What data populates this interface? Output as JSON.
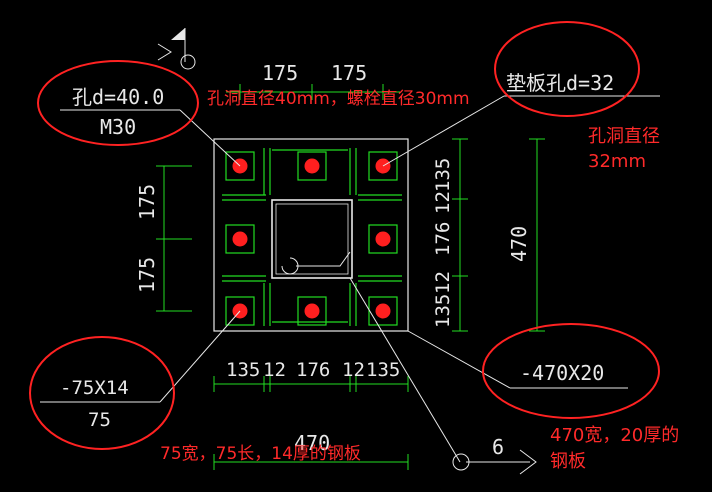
{
  "drawing": {
    "dimensions": {
      "top_left": "175",
      "top_right": "175",
      "left_upper": "175",
      "left_lower": "175",
      "right_top": "135",
      "right_gap_top": "12",
      "right_mid": "176",
      "right_gap_bottom": "12",
      "right_bottom": "135",
      "right_total": "470",
      "bottom_left": "135",
      "bottom_gap_left": "12",
      "bottom_mid": "176",
      "bottom_gap_right": "12",
      "bottom_right": "135",
      "bottom_total": "470"
    },
    "labels": {
      "hole_top": "孔d=40.0",
      "hole_bottom": "M30",
      "pad_hole": "垫板孔d=32",
      "pad_plate_top": "-75X14",
      "pad_plate_bottom": "75",
      "base_plate": "-470X20",
      "section_mark": "6"
    }
  },
  "annotations": {
    "hole_note": "孔洞直径40mm，螺栓直径30mm",
    "pad_hole_note_line1": "孔洞直径",
    "pad_hole_note_line2": "32mm",
    "pad_plate_note": "75宽，75长，14厚的钢板",
    "base_plate_note_line1": "470宽，20厚的",
    "base_plate_note_line2": "钢板"
  },
  "colors": {
    "background": "#000000",
    "cad_line": "#e8e8e8",
    "dimension_green": "#22dd22",
    "bolt_red": "#ff1f1f",
    "annotation_red": "#ff2a2a"
  }
}
